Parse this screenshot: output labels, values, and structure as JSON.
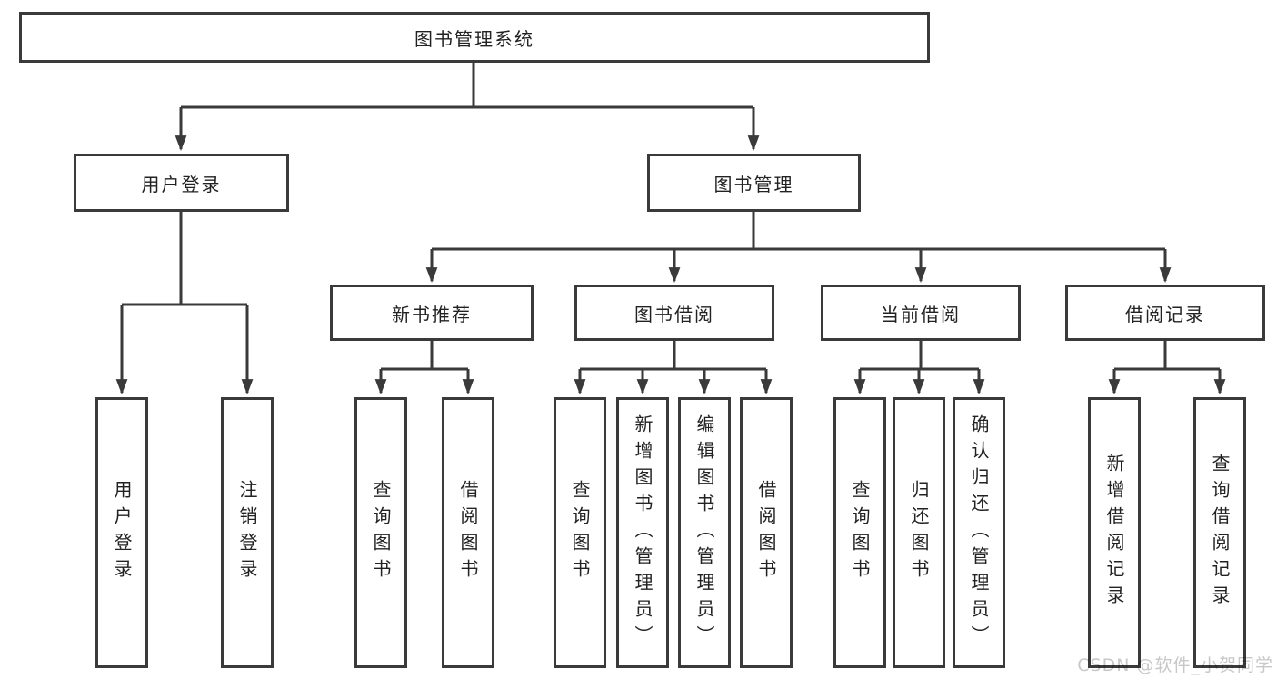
{
  "diagram": {
    "type": "hierarchy-flowchart",
    "colors": {
      "background": "#ffffff",
      "box_border": "#3a3a3a",
      "connector_line": "#3a3a3a",
      "text": "#222222",
      "watermark_text": "#c8c8c8"
    },
    "tree": {
      "root": {
        "label": "图书管理系统"
      },
      "branches": [
        {
          "label": "用户登录",
          "children": [
            {
              "label": "用户登录"
            },
            {
              "label": "注销登录"
            }
          ]
        },
        {
          "label": "图书管理",
          "children": [
            {
              "label": "新书推荐",
              "children": [
                {
                  "label": "查询图书"
                },
                {
                  "label": "借阅图书"
                }
              ]
            },
            {
              "label": "图书借阅",
              "children": [
                {
                  "label": "查询图书"
                },
                {
                  "label": "新增图书（管理员）"
                },
                {
                  "label": "编辑图书（管理员）"
                },
                {
                  "label": "借阅图书"
                }
              ]
            },
            {
              "label": "当前借阅",
              "children": [
                {
                  "label": "查询图书"
                },
                {
                  "label": "归还图书"
                },
                {
                  "label": "确认归还（管理员）"
                }
              ]
            },
            {
              "label": "借阅记录",
              "children": [
                {
                  "label": "新增借阅记录"
                },
                {
                  "label": "查询借阅记录"
                }
              ]
            }
          ]
        }
      ]
    },
    "watermark": {
      "text": "CSDN @软件_小贺同学"
    }
  }
}
